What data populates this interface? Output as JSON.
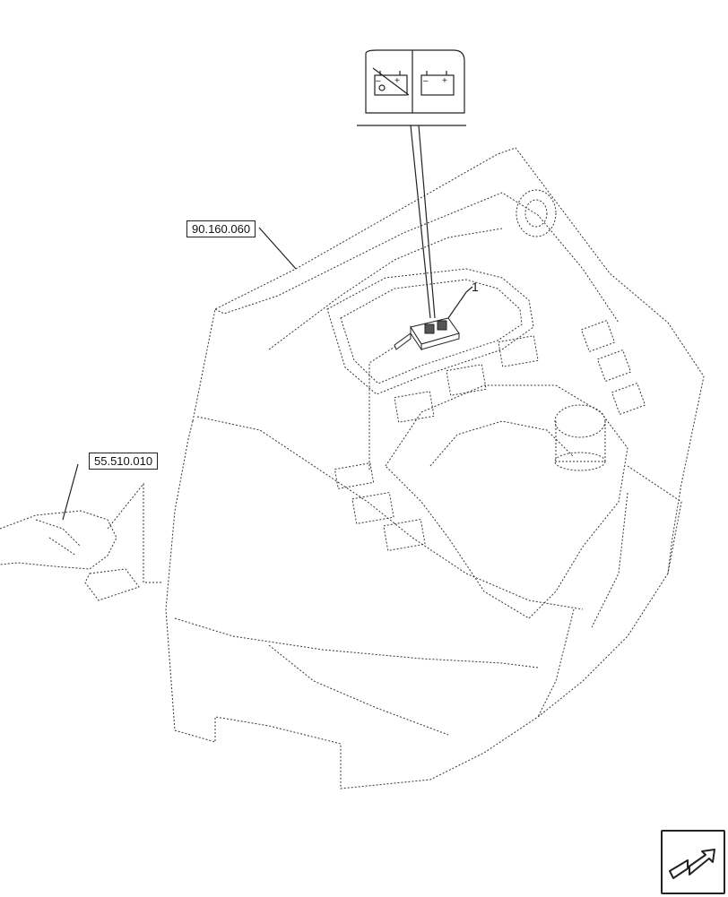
{
  "references": {
    "ref_main": "90.160.060",
    "ref_secondary": "55.510.010"
  },
  "callouts": {
    "item_1": "1"
  },
  "icons": {
    "battery_disconnect": "battery-disconnect-icon",
    "battery": "battery-icon",
    "navigation": "next-page-arrow-icon"
  }
}
